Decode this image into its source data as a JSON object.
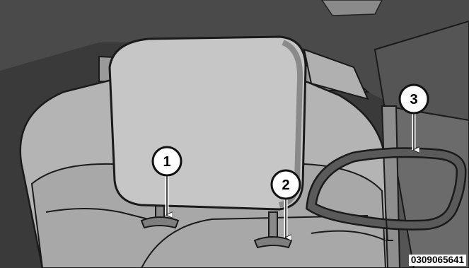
{
  "figure": {
    "subject": "rear seat head restraint with release buttons and pull loop",
    "figure_id": "0309065641",
    "colors": {
      "background": "#3a3a3a",
      "seat": "#bdbdbd",
      "outline": "#1a1a1a",
      "callout_fill": "#ffffff"
    }
  },
  "callouts": [
    {
      "label": "1",
      "target": "left-post-release-button"
    },
    {
      "label": "2",
      "target": "right-post-release-button"
    },
    {
      "label": "3",
      "target": "seatback-release-loop"
    }
  ]
}
